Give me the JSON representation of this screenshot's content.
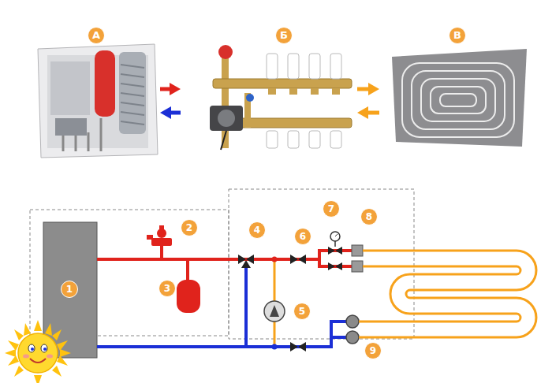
{
  "diagram": {
    "nodes": [
      {
        "text": [
          "А"
        ]
      },
      {
        "text": [
          "Б"
        ]
      },
      {
        "text": [
          "В"
        ]
      }
    ],
    "edges": [
      {
        "from": 0,
        "to": 1,
        "arrow": "to"
      },
      {
        "from": 1,
        "to": 0,
        "arrow": "to"
      },
      {
        "from": 1,
        "to": 2,
        "arrow": "to"
      },
      {
        "from": 2,
        "to": 1,
        "arrow": "to"
      }
    ],
    "labels": [
      "1",
      "2",
      "3",
      "4",
      "5",
      "6",
      "7",
      "8",
      "9"
    ]
  }
}
